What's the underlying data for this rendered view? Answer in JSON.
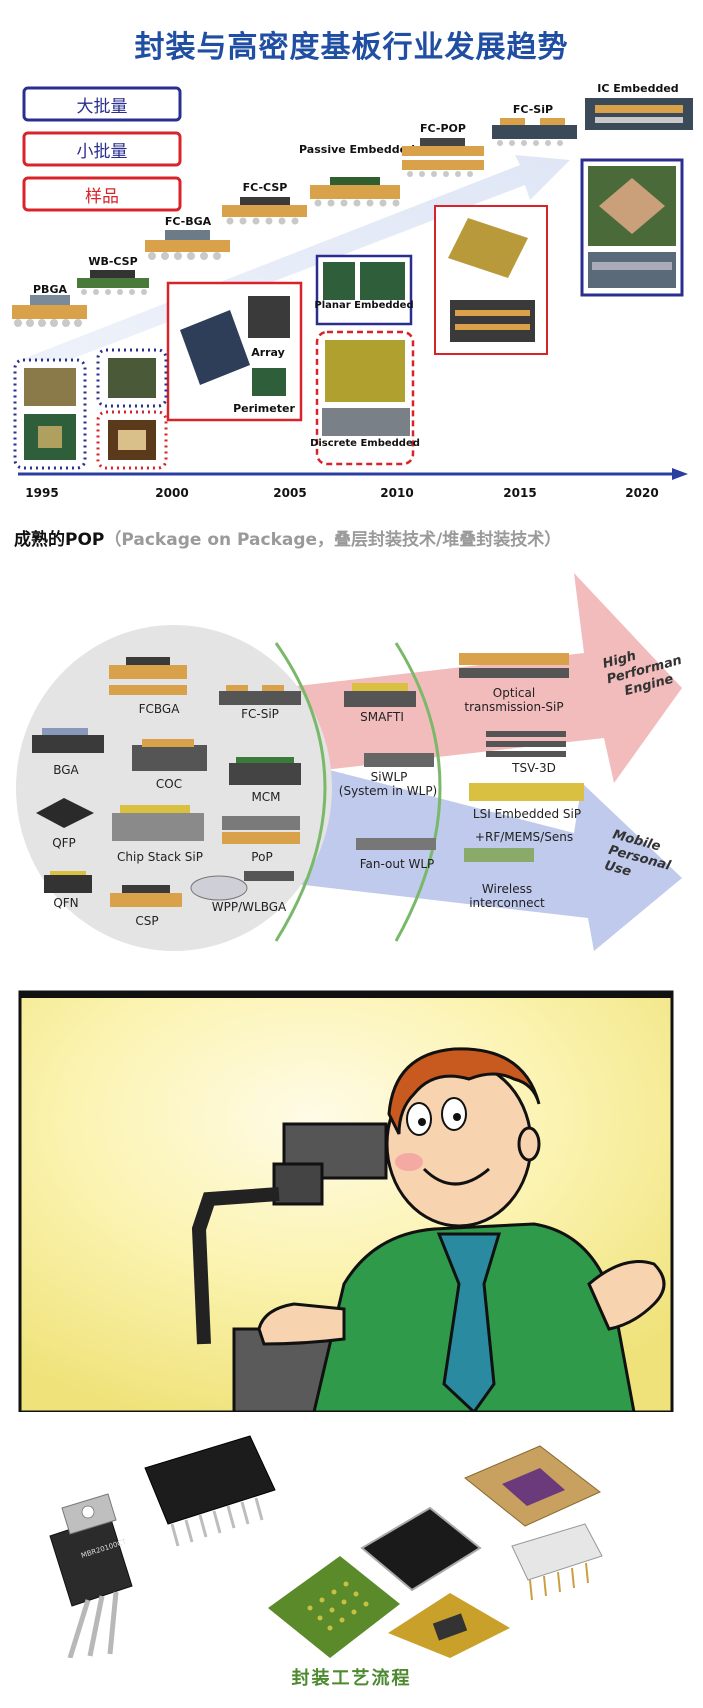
{
  "figure1": {
    "title": "封装与高密度基板行业发展趋势",
    "legend": [
      "大批量",
      "小批量",
      "样品"
    ],
    "years": [
      "1995",
      "2000",
      "2005",
      "2010",
      "2015",
      "2020"
    ],
    "packages": [
      "PBGA",
      "WB-CSP",
      "FC-BGA",
      "FC-CSP",
      "Passive Embedded",
      "FC-POP",
      "FC-SiP",
      "IC Embedded"
    ],
    "substrate_labels": [
      "Array",
      "Perimeter",
      "Planar Embedded",
      "Discrete Embedded"
    ]
  },
  "caption1": {
    "main": "成熟的POP",
    "sub": "（Package on Package，叠层封装技术/堆叠封装技术）"
  },
  "figure2": {
    "circle_labels": [
      "FCBGA",
      "FC-SiP",
      "BGA",
      "COC",
      "MCM",
      "QFP",
      "Chip Stack SiP",
      "PoP",
      "QFN",
      "CSP",
      "WPP/WLBGA"
    ],
    "middle_labels": [
      "SMAFTI",
      "SiWLP",
      "(System in WLP)",
      "Fan-out WLP"
    ],
    "right_labels": [
      "Optical",
      "transmission-SiP",
      "TSV-3D",
      "LSI Embedded SiP",
      "+RF/MEMS/Sens",
      "Wireless",
      "interconnect"
    ],
    "arrow_high": [
      "High",
      "Performance",
      "Engine"
    ],
    "arrow_mobile": [
      "Mobile",
      "Personal",
      "Use"
    ]
  },
  "photo_chip": {
    "text": "MBR20100CT"
  },
  "caption2": {
    "text": "封装工艺流程"
  },
  "colors": {
    "title_blue": "#1f4ea3",
    "legend_blue": "#2a2f8f",
    "legend_red": "#d8232a",
    "caption_green": "#4c8a2f",
    "arrow_pink": "#f2bcbc",
    "arrow_blue": "#b8c4ea"
  }
}
